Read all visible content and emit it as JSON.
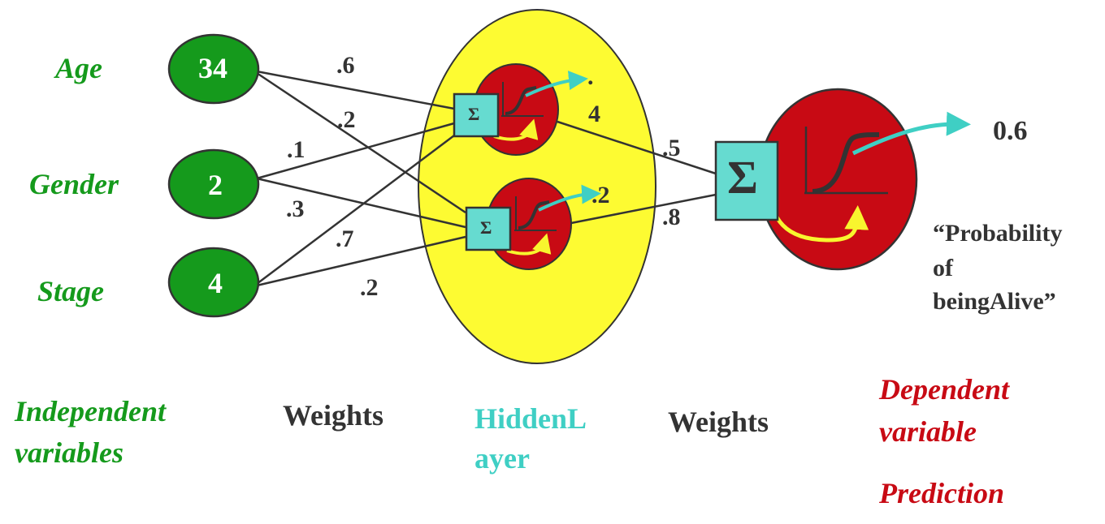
{
  "colors": {
    "input_node": "#159a1c",
    "hidden_layer_bg": "#fdfb32",
    "neuron": "#c80a14",
    "sum_box": "#66dbd0",
    "arrow_out": "#3fcfc4",
    "arrow_in": "#f8f52e",
    "line": "#333333",
    "label_dark": "#333333"
  },
  "inputs": [
    {
      "name": "Age",
      "value": "34"
    },
    {
      "name": "Gender",
      "value": "2"
    },
    {
      "name": "Stage",
      "value": "4"
    }
  ],
  "input_weights": [
    {
      "from": "Age",
      "to": "hidden-1",
      "label": ".6"
    },
    {
      "from": "Age",
      "to": "hidden-2",
      "label": ".2"
    },
    {
      "from": "Gender",
      "to": "hidden-1",
      "label": ".1"
    },
    {
      "from": "Gender",
      "to": "hidden-2",
      "label": ".3"
    },
    {
      "from": "Stage",
      "to": "hidden-1",
      "label": ".7"
    },
    {
      "from": "Stage",
      "to": "hidden-2",
      "label": ".2"
    }
  ],
  "hidden_neurons": [
    {
      "id": "hidden-1",
      "sum_symbol": "Σ",
      "output_label_dot": ".",
      "output_label_digit": "4"
    },
    {
      "id": "hidden-2",
      "sum_symbol": "Σ",
      "output_label": ".2"
    }
  ],
  "output_weights": [
    {
      "from": "hidden-1",
      "label": ".5"
    },
    {
      "from": "hidden-2",
      "label": ".8"
    }
  ],
  "output_neuron": {
    "sum_symbol": "Σ",
    "value": "0.6",
    "caption_lines": [
      "“Probability",
      "of",
      "beingAlive”"
    ]
  },
  "legend": {
    "independent": [
      "Independent",
      "variables"
    ],
    "weights_1": "Weights",
    "hidden": [
      "HiddenL",
      "ayer"
    ],
    "weights_2": "Weights",
    "dependent": [
      "Dependent",
      "variable"
    ],
    "prediction": "Prediction"
  }
}
